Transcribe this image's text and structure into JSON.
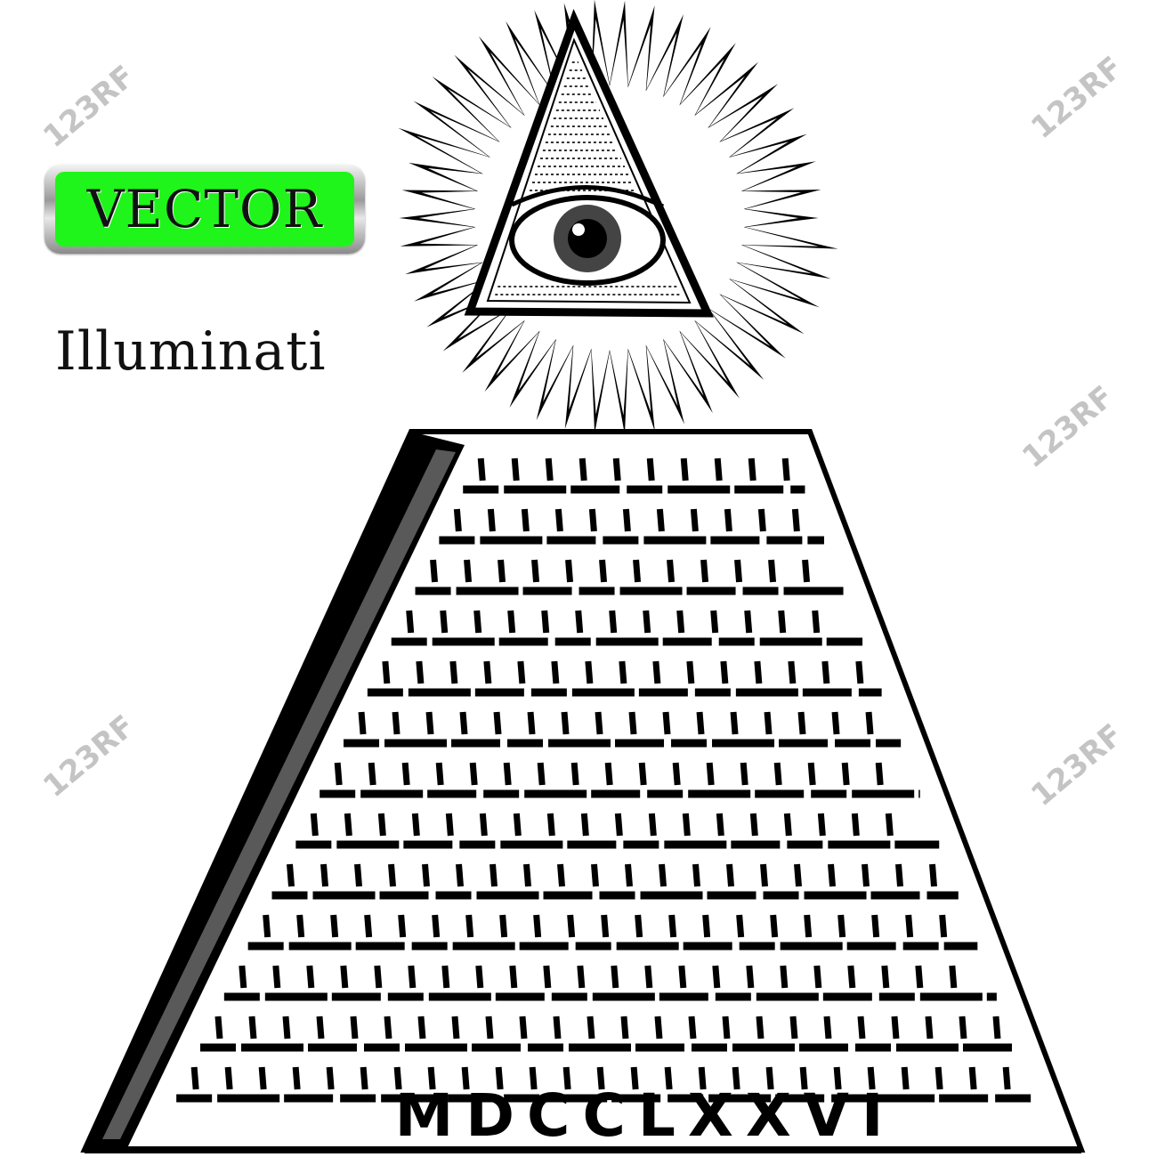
{
  "badge": {
    "label": "VECTOR",
    "color": "#1ff51a"
  },
  "title": "Illuminati",
  "pyramid": {
    "inscription": "MDCCLXXVI"
  },
  "watermark": "123RF",
  "icons": [
    "all-seeing-eye-icon",
    "pyramid-illustration"
  ]
}
